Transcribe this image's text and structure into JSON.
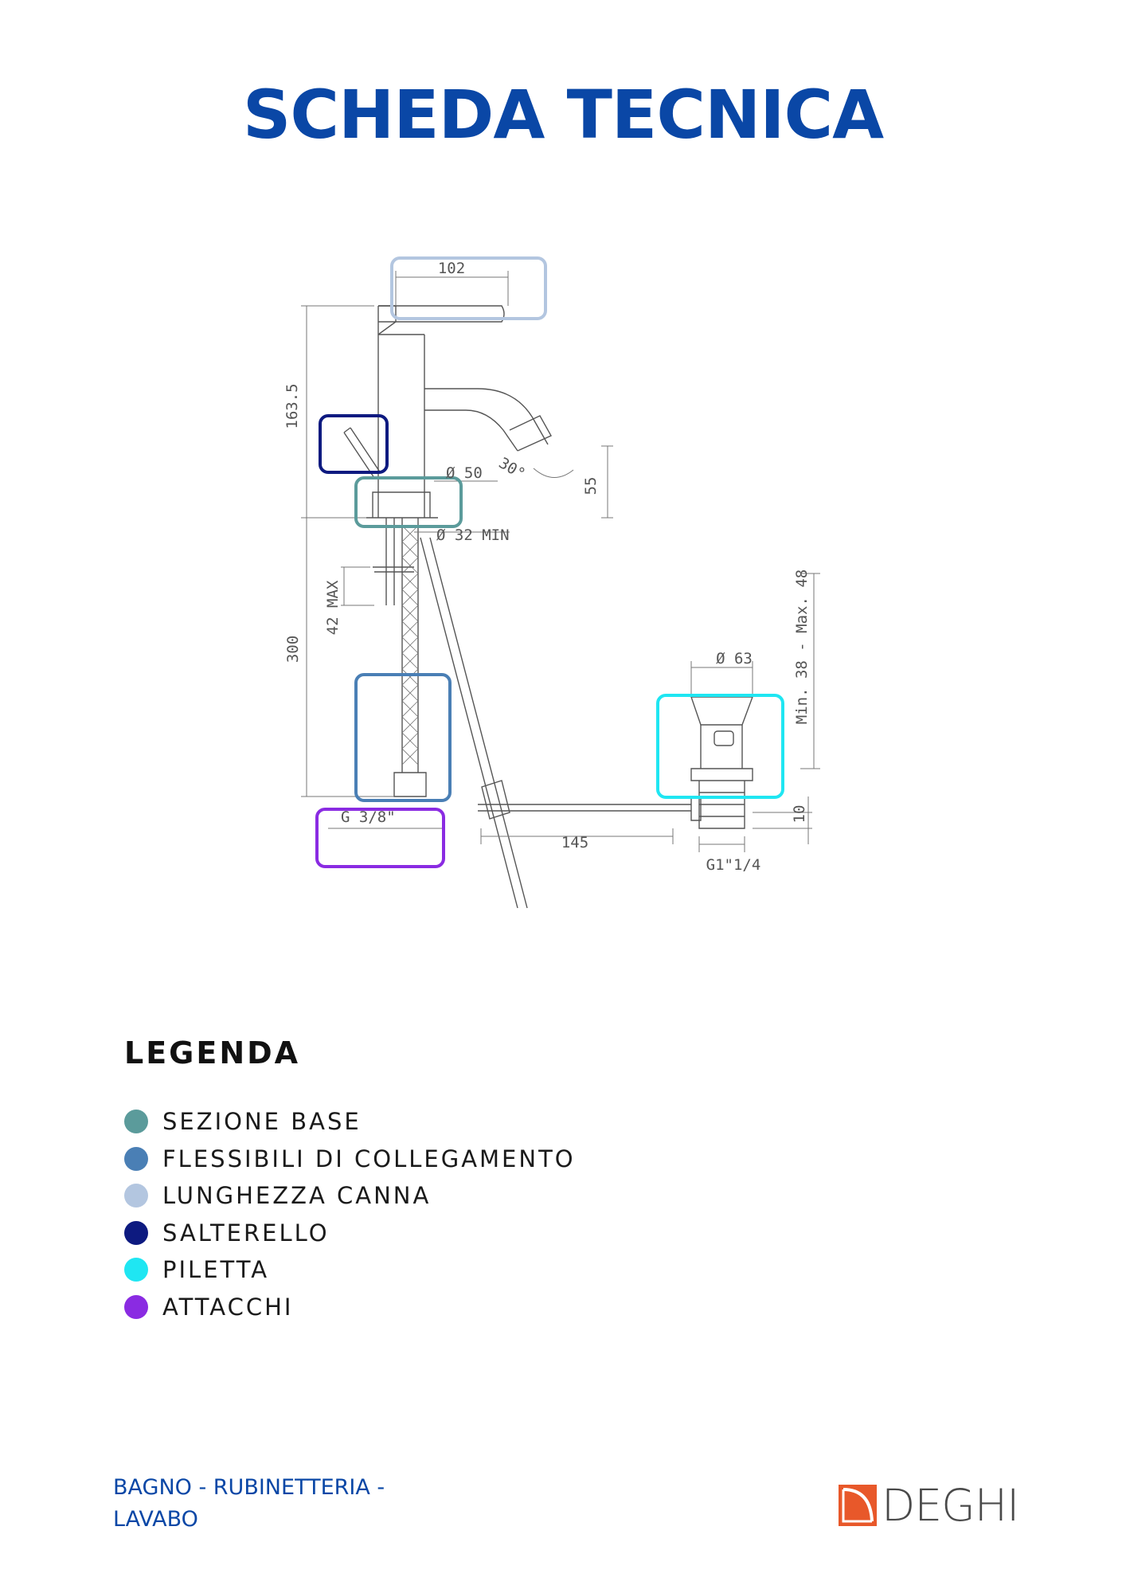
{
  "header": {
    "title": "SCHEDA TECNICA"
  },
  "drawing": {
    "dimensions": {
      "spout_length": "102",
      "height": "163.5",
      "base_diameter": "Ø 50",
      "angle": "30°",
      "spout_height": "55",
      "hole_min": "Ø 32  MIN",
      "max_thickness": "42 MAX",
      "hose_length": "300",
      "connection": "G  3/8\"",
      "waste_diameter": "Ø 63",
      "waste_range": "Min. 38 - Max. 48",
      "rod_length": "145",
      "waste_thread": "G1\"1/4",
      "waste_offset": "10"
    }
  },
  "legend": {
    "heading": "LEGENDA",
    "items": [
      {
        "label": "SEZIONE BASE",
        "color": "#5b9b9b"
      },
      {
        "label": "FLESSIBILI DI COLLEGAMENTO",
        "color": "#4a7fb5"
      },
      {
        "label": "LUNGHEZZA CANNA",
        "color": "#b3c6e0"
      },
      {
        "label": "SALTERELLO",
        "color": "#0d1a80"
      },
      {
        "label": "PILETTA",
        "color": "#1fe6f2"
      },
      {
        "label": "ATTACCHI",
        "color": "#8a2be2"
      }
    ]
  },
  "footer": {
    "category_line1": "BAGNO - RUBINETTERIA -",
    "category_line2": "LAVABO",
    "brand": "DEGHI",
    "brand_color": "#e8582a"
  }
}
